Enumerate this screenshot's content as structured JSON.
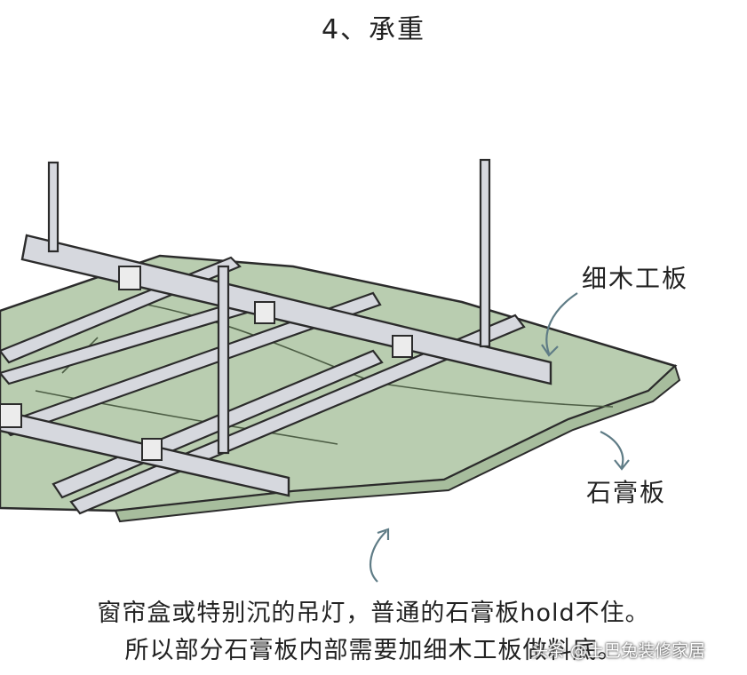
{
  "title": "4、承重",
  "labels": {
    "wood_board": "细木工板",
    "gypsum_board": "石膏板"
  },
  "caption": {
    "line1": "窗帘盒或特别沉的吊灯，普通的石膏板hold不住。",
    "line2": "所以部分石膏板内部需要加细木工板做料底。"
  },
  "watermark": "头条 @土巴兔装修家居",
  "colors": {
    "board": "#b9cdb0",
    "board_shade": "#a7bd9d",
    "metal": "#d6d8de",
    "outline": "#2b2b2b",
    "arrow": "#5f7c86"
  }
}
